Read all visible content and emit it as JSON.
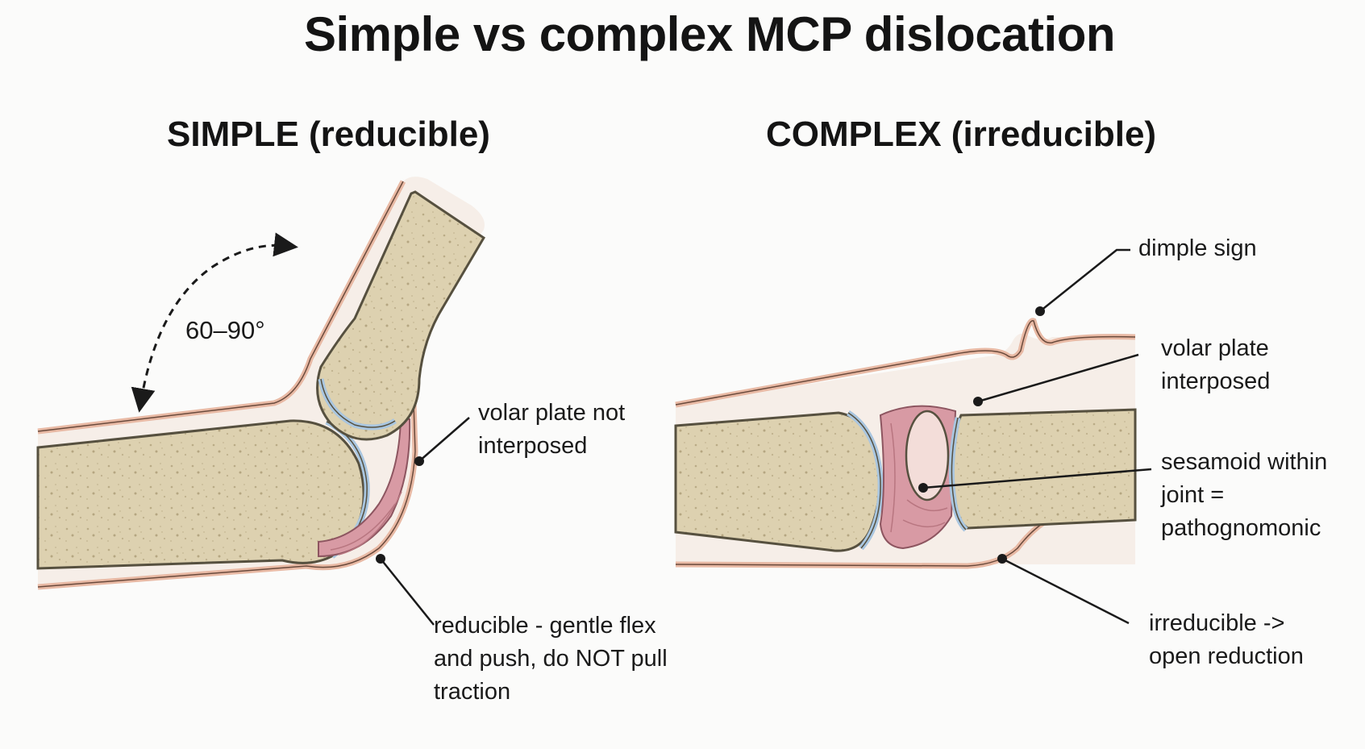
{
  "title": "Simple vs complex MCP dislocation",
  "simple": {
    "heading": "SIMPLE (reducible)",
    "angle": "60–90°",
    "label_volar": "volar plate not\ninterposed",
    "label_reduction": "reducible - gentle flex\nand push, do NOT pull\ntraction"
  },
  "complex": {
    "heading": "COMPLEX (irreducible)",
    "label_dimple": "dimple sign",
    "label_volar": "volar plate\ninterposed",
    "label_sesamoid": "sesamoid within\njoint = pathognomonic",
    "label_reduction": "irreducible ->\nopen reduction"
  },
  "colors": {
    "bone_fill": "#ddd1b0",
    "bone_outline": "#56503f",
    "skin_edge": "#e8b9a4",
    "cartilage": "#a9c6e0",
    "volar_plate": "#d89aa4"
  }
}
